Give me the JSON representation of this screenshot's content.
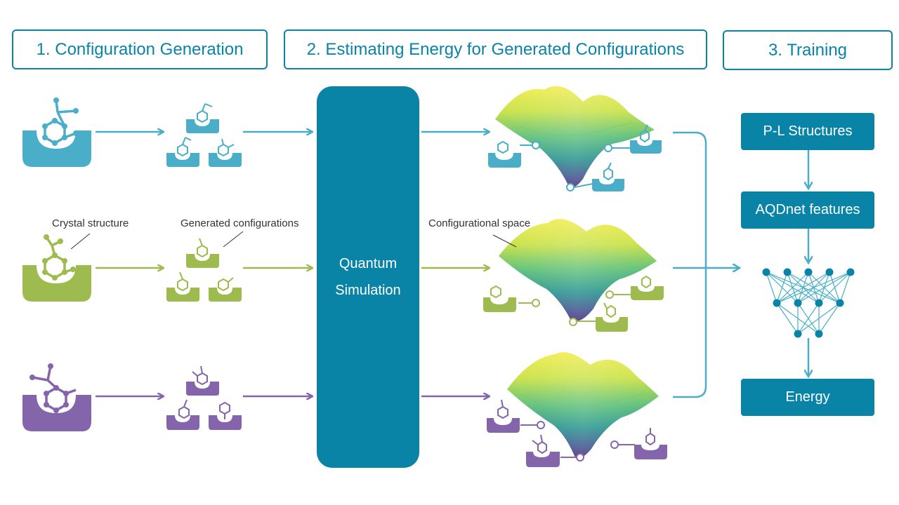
{
  "stages": {
    "stage1": "1. Configuration Generation",
    "stage2": "2. Estimating Energy for Generated Configurations",
    "stage3": "3. Training"
  },
  "quantum": {
    "line1": "Quantum",
    "line2": "Simulation"
  },
  "training_steps": [
    "P-L Structures",
    "AQDnet features",
    "Energy"
  ],
  "annotations": {
    "crystal": "Crystal structure",
    "generated": "Generated configurations",
    "space": "Configurational space"
  },
  "colors": {
    "teal": "#0a84a6",
    "row_blue": "#4aaec8",
    "row_green": "#9dbb4e",
    "row_purple": "#8465ab"
  }
}
